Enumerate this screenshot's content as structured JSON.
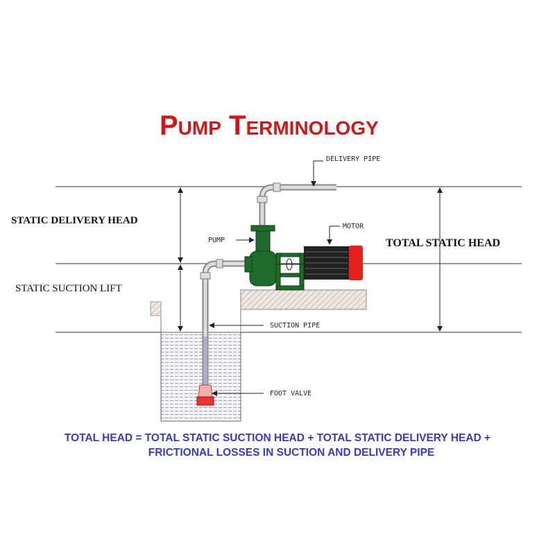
{
  "title": "Pump Terminology",
  "labels": {
    "static_delivery_head": "STATIC DELIVERY HEAD",
    "static_suction_lift": "STATIC SUCTION LIFT",
    "total_static_head": "TOTAL STATIC HEAD",
    "delivery_pipe": "DELIVERY PIPE",
    "motor": "MOTOR",
    "pump": "PUMP",
    "suction_pipe": "SUCTION PIPE",
    "foot_valve": "FOOT VALVE"
  },
  "formula": {
    "line1": "TOTAL HEAD = TOTAL STATIC SUCTION HEAD + TOTAL STATIC DELIVERY HEAD +",
    "line2": "FRICTIONAL LOSSES IN SUCTION AND DELIVERY PIPE"
  },
  "colors": {
    "title": "#d01818",
    "pump": "#1e6b2a",
    "motor_cap": "#e8201a",
    "formula": "#3a3ac0"
  }
}
